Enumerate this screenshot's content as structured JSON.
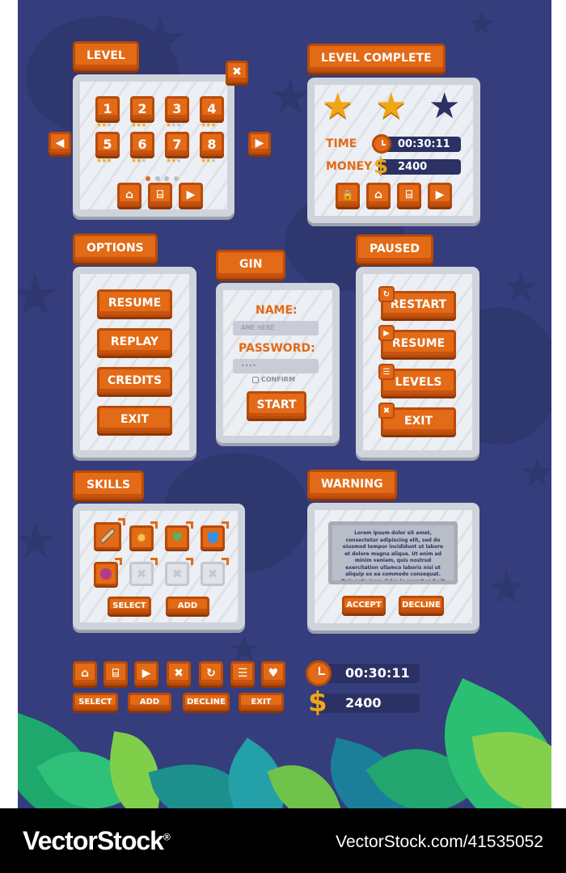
{
  "level_panel": {
    "title": "LEVEL",
    "levels": [
      {
        "label": "1",
        "stars": 2
      },
      {
        "label": "2",
        "stars": 3
      },
      {
        "label": "3",
        "stars": 1
      },
      {
        "label": "4",
        "stars": 3
      },
      {
        "label": "5",
        "stars": 3
      },
      {
        "label": "6",
        "stars": 2
      },
      {
        "label": "7",
        "stars": 2
      },
      {
        "label": "8",
        "stars": 2
      }
    ],
    "close_icon": "✖",
    "prev_icon": "◀",
    "next_icon": "▶",
    "home_icon": "⌂",
    "shop_icon": "⌸",
    "play_icon": "▶"
  },
  "level_complete": {
    "title": "LEVEL COMPLETE",
    "time_label": "TIME",
    "time_value": "00:30:11",
    "money_label": "MONEY",
    "money_value": "2400",
    "dollar_symbol": "$",
    "lock_icon": "🔒",
    "home_icon": "⌂",
    "shop_icon": "⌸",
    "play_icon": "▶",
    "star_icon": "★"
  },
  "options": {
    "title": "OPTIONS",
    "resume": "RESUME",
    "replay": "REPLAY",
    "credits": "CREDITS",
    "exit": "EXIT"
  },
  "login": {
    "title": "GIN",
    "name_label": "NAME:",
    "name_placeholder": "AME HERE",
    "password_label": "PASSWORD:",
    "password_value": "••••",
    "confirm_label": "CONFIRM",
    "start": "START"
  },
  "paused": {
    "title": "PAUSED",
    "restart": "RESTART",
    "resume": "RESUME",
    "levels": "LEVELS",
    "exit": "EXIT",
    "restart_icon": "↻",
    "resume_icon": "▶",
    "levels_icon": "☰",
    "exit_icon": "✖"
  },
  "skills": {
    "title": "SKILLS",
    "select": "SELECT",
    "add": "ADD",
    "empty_icon": "✖"
  },
  "warning": {
    "title": "WARNING",
    "body": "Lorem ipsum dolor sit amet, consectetur adipiscing elit, sed do eiusmod tempor incididunt ut labore et dolore magna aliqua. Ut enim ad minim veniam, quis nostrud exercitation ullamco laboris nisi ut aliquip ex ea commodo consequat. Duis aute irure dolor in reprehenderit in voluptate velit esse cillum dolore eu fugiat nulla pariatur. Excepteur sint occaecat cupidatat non proident, sunt in culpa qui officia deserunt mollit anim id est laborum.",
    "accept": "ACCEPT",
    "decline": "DECLINE"
  },
  "toolbar": {
    "home_icon": "⌂",
    "shop_icon": "⌸",
    "play_icon": "▶",
    "close_icon": "✖",
    "restart_icon": "↻",
    "list_icon": "☰",
    "heart_icon": "♥",
    "select": "SELECT",
    "add": "ADD",
    "decline": "DECLINE",
    "exit": "EXIT",
    "time_value": "00:30:11",
    "money_value": "2400",
    "dollar_symbol": "$"
  },
  "watermark": {
    "brand": "VectorStock",
    "registered": "®",
    "url": "VectorStock.com/41535052"
  },
  "colors": {
    "background": "#353d7c",
    "wood": "#e36a16",
    "wood_dark": "#b84b0a",
    "panel": "#eceff3",
    "star_gold": "#f2a515",
    "star_dark": "#2b3163"
  }
}
